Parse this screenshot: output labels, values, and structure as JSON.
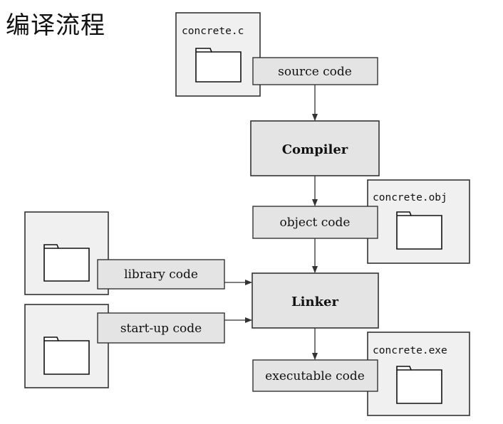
{
  "title": "编译流程",
  "files": {
    "source": "concrete.c",
    "object": "concrete.obj",
    "executable": "concrete.exe"
  },
  "labels": {
    "source_code": "source code",
    "object_code": "object code",
    "library_code": "library code",
    "startup_code": "start-up code",
    "executable_code": "executable code"
  },
  "processes": {
    "compiler": "Compiler",
    "linker": "Linker"
  }
}
